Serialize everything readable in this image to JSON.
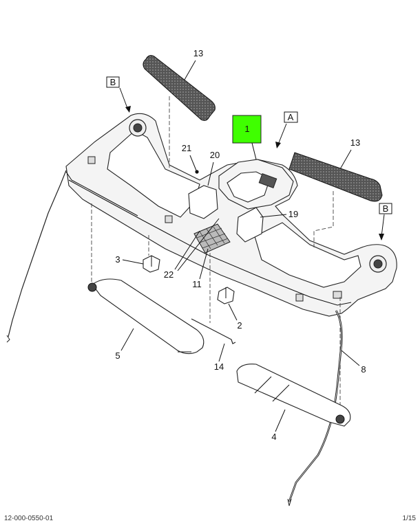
{
  "diagram": {
    "highlight_color": "#3fff00",
    "callouts": {
      "c1": "1",
      "c2": "2",
      "c3": "3",
      "c4": "4",
      "c5": "5",
      "c8": "8",
      "c11": "11",
      "c13a": "13",
      "c13b": "13",
      "c14": "14",
      "c19": "19",
      "c20": "20",
      "c21": "21",
      "c22": "22"
    },
    "views": {
      "a": "A",
      "b1": "B",
      "b2": "B"
    },
    "footer": {
      "left": "12-000-0550-01",
      "right": "1/15"
    }
  }
}
